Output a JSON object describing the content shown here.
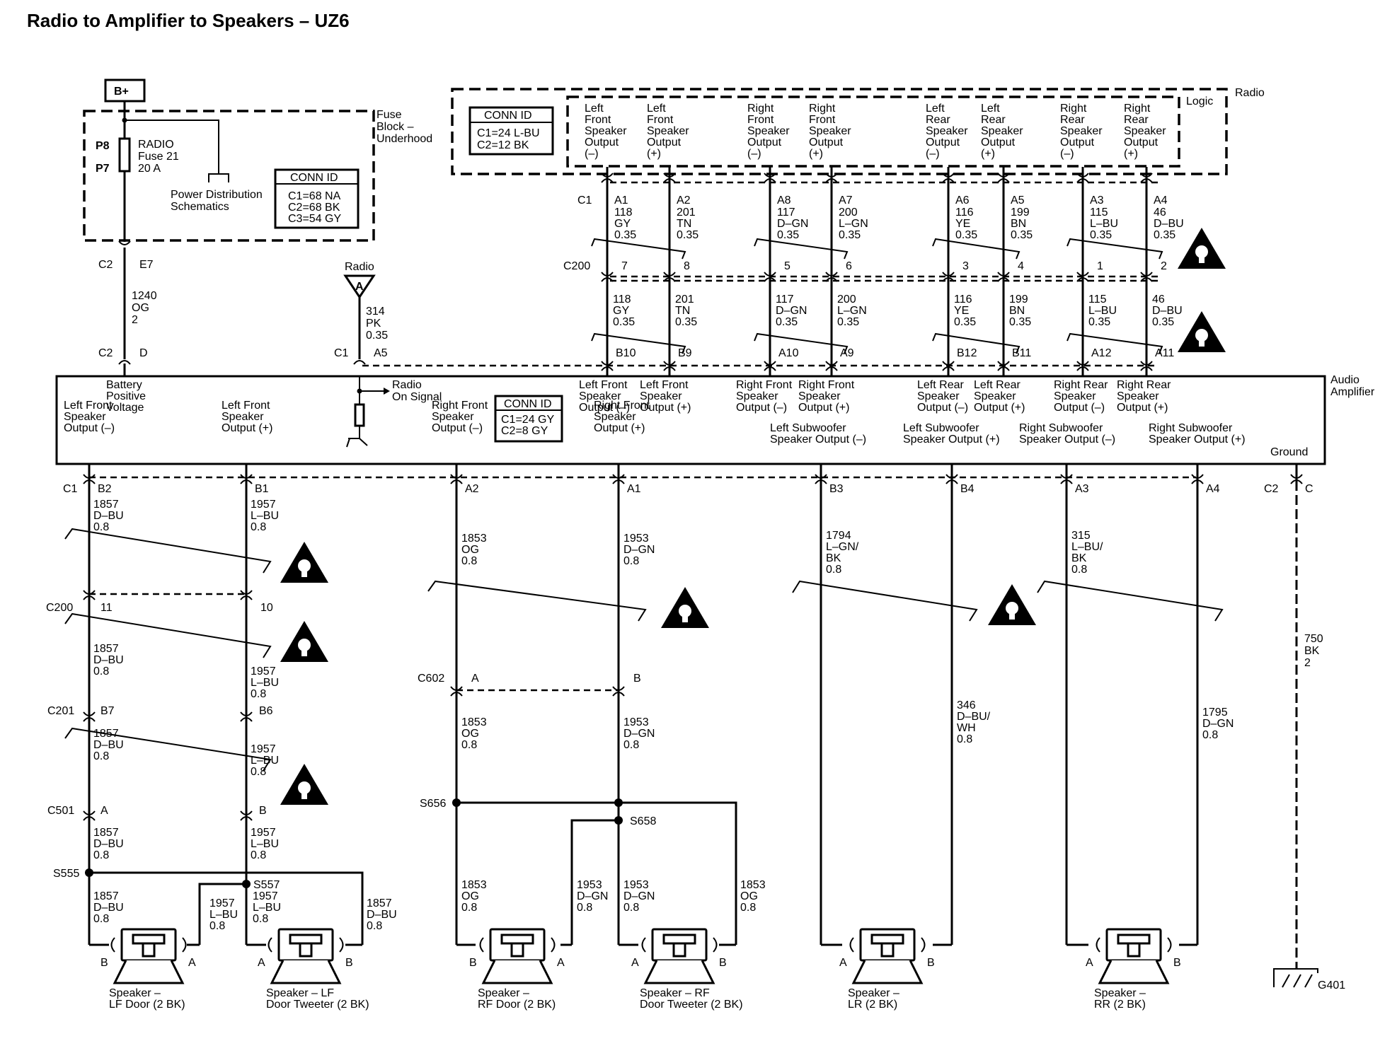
{
  "title": "Radio to Amplifier to Speakers – UZ6",
  "power": {
    "bplus": "B+",
    "fuse_block": [
      "Fuse",
      "Block –",
      "Underhood"
    ],
    "pins": [
      "P8",
      "P7"
    ],
    "fuse_label": [
      "RADIO",
      "Fuse 21",
      "20 A"
    ],
    "pds": [
      "Power Distribution",
      "Schematics"
    ],
    "conn": {
      "title": "CONN ID",
      "lines": [
        "C1=68 NA",
        "C2=68 BK",
        "C3=54 GY"
      ]
    },
    "conn_top": [
      "C2",
      "E7"
    ],
    "wire": [
      "1240",
      "OG",
      "2"
    ],
    "conn_bot": [
      "C2",
      "D"
    ]
  },
  "radio": {
    "label": "Radio",
    "logic": "Logic",
    "conn": {
      "title": "CONN ID",
      "lines": [
        "C1=24 L-BU",
        "C2=12 BK"
      ]
    },
    "outputs": [
      [
        "Left",
        "Front",
        "Speaker",
        "Output",
        "(–)"
      ],
      [
        "Left",
        "Front",
        "Speaker",
        "Output",
        "(+)"
      ],
      [
        "Right",
        "Front",
        "Speaker",
        "Output",
        "(–)"
      ],
      [
        "Right",
        "Front",
        "Speaker",
        "Output",
        "(+)"
      ],
      [
        "Left",
        "Rear",
        "Speaker",
        "Output",
        "(–)"
      ],
      [
        "Left",
        "Rear",
        "Speaker",
        "Output",
        "(+)"
      ],
      [
        "Right",
        "Rear",
        "Speaker",
        "Output",
        "(–)"
      ],
      [
        "Right",
        "Rear",
        "Speaker",
        "Output",
        "(+)"
      ]
    ],
    "c1": "C1",
    "c200": "C200",
    "top_pins": [
      "A1",
      "A2",
      "A8",
      "A7",
      "A6",
      "A5",
      "A3",
      "A4"
    ],
    "top_wires": [
      [
        "118",
        "GY",
        "0.35"
      ],
      [
        "201",
        "TN",
        "0.35"
      ],
      [
        "117",
        "D–GN",
        "0.35"
      ],
      [
        "200",
        "L–GN",
        "0.35"
      ],
      [
        "116",
        "YE",
        "0.35"
      ],
      [
        "199",
        "BN",
        "0.35"
      ],
      [
        "115",
        "L–BU",
        "0.35"
      ],
      [
        "46",
        "D–BU",
        "0.35"
      ]
    ],
    "c200_pins": [
      "7",
      "8",
      "5",
      "6",
      "3",
      "4",
      "1",
      "2"
    ],
    "mid_wires": [
      [
        "118",
        "GY",
        "0.35"
      ],
      [
        "201",
        "TN",
        "0.35"
      ],
      [
        "117",
        "D–GN",
        "0.35"
      ],
      [
        "200",
        "L–GN",
        "0.35"
      ],
      [
        "116",
        "YE",
        "0.35"
      ],
      [
        "199",
        "BN",
        "0.35"
      ],
      [
        "115",
        "L–BU",
        "0.35"
      ],
      [
        "46",
        "D–BU",
        "0.35"
      ]
    ],
    "amp_pins": [
      "B10",
      "B9",
      "A10",
      "A9",
      "B12",
      "B11",
      "A12",
      "A11"
    ],
    "on_label": "Radio",
    "on_tri": "A",
    "on_wire": [
      "314",
      "PK",
      "0.35"
    ],
    "on_conn": [
      "C1",
      "A5"
    ]
  },
  "amp": {
    "name": [
      "Audio",
      "Amplifier"
    ],
    "batt": [
      "Battery",
      "Positive",
      "Voltage"
    ],
    "radio_on": [
      "Radio",
      "On Signal"
    ],
    "conn": {
      "title": "CONN ID",
      "lines": [
        "C1=24 GY",
        "C2=8 GY"
      ]
    },
    "inputs": [
      [
        "Left Front",
        "Speaker",
        "Output (–)"
      ],
      [
        "Left Front",
        "Speaker",
        "Output (+)"
      ],
      [
        "Right Front",
        "Speaker",
        "Output (–)"
      ],
      [
        "Right Front",
        "Speaker",
        "Output (+)"
      ],
      [
        "Left Rear",
        "Speaker",
        "Output (–)"
      ],
      [
        "Left Rear",
        "Speaker",
        "Output (+)"
      ],
      [
        "Right Rear",
        "Speaker",
        "Output (–)"
      ],
      [
        "Right Rear",
        "Speaker",
        "Output (+)"
      ]
    ],
    "outputs": [
      [
        "Left Front",
        "Speaker",
        "Output (–)"
      ],
      [
        "Left Front",
        "Speaker",
        "Output (+)"
      ],
      [
        "Right Front",
        "Speaker",
        "Output (–)"
      ],
      [
        "Right Front",
        "Speaker",
        "Output (+)"
      ],
      [
        "Left Subwoofer",
        "Speaker Output (–)"
      ],
      [
        "Left Subwoofer",
        "Speaker Output (+)"
      ],
      [
        "Right Subwoofer",
        "Speaker Output (–)"
      ],
      [
        "Right Subwoofer",
        "Speaker Output (+)"
      ],
      [
        "Ground"
      ]
    ],
    "bottom_pins": [
      "B2",
      "B1",
      "A2",
      "A1",
      "B3",
      "B4",
      "A3",
      "A4",
      "C"
    ],
    "c1": "C1",
    "c2": "C2"
  },
  "left_front": {
    "w1": [
      [
        "1857",
        "D–BU",
        "0.8"
      ],
      [
        "1957",
        "L–BU",
        "0.8"
      ]
    ],
    "c200": [
      "C200",
      "11",
      "10"
    ],
    "w2": [
      [
        "1857",
        "D–BU",
        "0.8"
      ],
      [
        "1957",
        "L–BU",
        "0.8"
      ]
    ],
    "c201": [
      "C201",
      "B7",
      "B6"
    ],
    "w3": [
      [
        "1857",
        "D–BU",
        "0.8"
      ],
      [
        "1957",
        "L–BU",
        "0.8"
      ]
    ],
    "c501": [
      "C501",
      "A",
      "B"
    ],
    "w4": [
      [
        "1857",
        "D–BU",
        "0.8"
      ],
      [
        "1957",
        "L–BU",
        "0.8"
      ]
    ],
    "splices": [
      "S555",
      "S557"
    ],
    "w5": [
      [
        "1857",
        "D–BU",
        "0.8"
      ],
      [
        "1957",
        "L–BU",
        "0.8"
      ],
      [
        "1957",
        "L–BU",
        "0.8"
      ],
      [
        "1857",
        "D–BU",
        "0.8"
      ]
    ],
    "spk1": {
      "pins": [
        "B",
        "A"
      ],
      "name": [
        "Speaker –",
        "LF Door (2 BK)"
      ]
    },
    "spk2": {
      "pins": [
        "A",
        "B"
      ],
      "name": [
        "Speaker – LF",
        "Door Tweeter (2 BK)"
      ]
    }
  },
  "right_front": {
    "w1": [
      [
        "1853",
        "OG",
        "0.8"
      ],
      [
        "1953",
        "D–GN",
        "0.8"
      ]
    ],
    "c602": [
      "C602",
      "A",
      "B"
    ],
    "w2": [
      [
        "1853",
        "OG",
        "0.8"
      ],
      [
        "1953",
        "D–GN",
        "0.8"
      ]
    ],
    "splices": [
      "S656",
      "S658"
    ],
    "w3": [
      [
        "1853",
        "OG",
        "0.8"
      ],
      [
        "1953",
        "D–GN",
        "0.8"
      ],
      [
        "1953",
        "D–GN",
        "0.8"
      ],
      [
        "1853",
        "OG",
        "0.8"
      ]
    ],
    "spk1": {
      "pins": [
        "B",
        "A"
      ],
      "name": [
        "Speaker –",
        "RF Door (2 BK)"
      ]
    },
    "spk2": {
      "pins": [
        "A",
        "B"
      ],
      "name": [
        "Speaker – RF",
        "Door Tweeter (2 BK)"
      ]
    }
  },
  "rear": {
    "lr_w1": [
      "1794",
      "L–GN/",
      "BK",
      "0.8"
    ],
    "lr_w2": [
      "346",
      "D–BU/",
      "WH",
      "0.8"
    ],
    "rr_w1": [
      "315",
      "L–BU/",
      "BK",
      "0.8"
    ],
    "rr_w2": [
      "1795",
      "D–GN",
      "0.8"
    ],
    "lr_spk": {
      "pins": [
        "A",
        "B"
      ],
      "name": [
        "Speaker –",
        "LR (2 BK)"
      ]
    },
    "rr_spk": {
      "pins": [
        "A",
        "B"
      ],
      "name": [
        "Speaker –",
        "RR (2 BK)"
      ]
    }
  },
  "ground": {
    "wire": [
      "750",
      "BK",
      "2"
    ],
    "label": "G401"
  }
}
